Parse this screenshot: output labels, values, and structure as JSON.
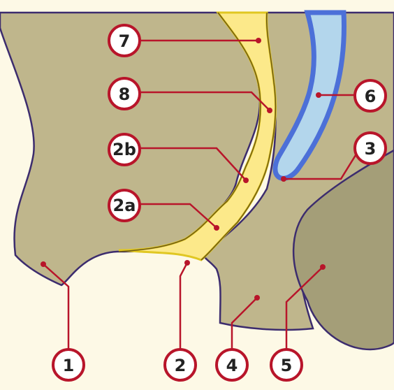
{
  "colors": {
    "background": "#fdf9e6",
    "tissue": "#bfb68c",
    "tissue_dark": "#a49e78",
    "outline": "#3c2c6e",
    "canal_fill": "#fce98a",
    "canal_edge": "#e0c722",
    "canal_line": "#6e5a14",
    "tube_outer": "#4c70d8",
    "tube_inner": "#b3d6ec",
    "leader": "#b8152a",
    "marker_ring": "#b8152a"
  },
  "labels": [
    {
      "id": "1",
      "text": "1"
    },
    {
      "id": "2",
      "text": "2"
    },
    {
      "id": "4",
      "text": "4"
    },
    {
      "id": "5",
      "text": "5"
    },
    {
      "id": "7",
      "text": "7"
    },
    {
      "id": "8",
      "text": "8"
    },
    {
      "id": "2b",
      "text": "2b"
    },
    {
      "id": "2a",
      "text": "2a"
    },
    {
      "id": "6",
      "text": "6"
    },
    {
      "id": "3",
      "text": "3"
    }
  ]
}
